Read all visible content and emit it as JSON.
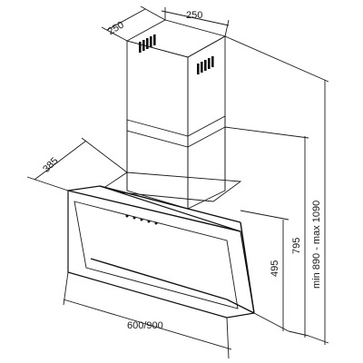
{
  "dimensions": {
    "chimney_width": "250",
    "chimney_depth": "250",
    "hood_depth": "385",
    "hood_width": "600/900",
    "glass_height": "495",
    "body_height": "795",
    "total_height": "min 890 - max 1090"
  },
  "colors": {
    "line": "#1a1a1a",
    "background": "#ffffff",
    "panel_shadow": "#2b2b2b",
    "chimney_shade": "#f4f4f4"
  }
}
